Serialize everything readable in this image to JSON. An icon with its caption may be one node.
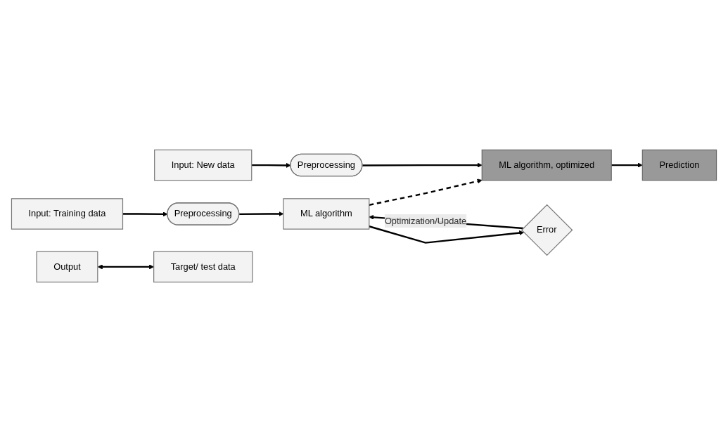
{
  "diagram": {
    "nodes": [
      {
        "text": [
          "Input: Training data"
        ]
      },
      {
        "text": [
          "Preprocessing"
        ]
      },
      {
        "text": [
          "ML algorithm"
        ]
      },
      {
        "text": [
          "Input: New data"
        ]
      },
      {
        "text": [
          "Preprocessing"
        ]
      },
      {
        "text": [
          "ML algorithm, optimized"
        ]
      },
      {
        "text": [
          "Prediction"
        ]
      },
      {
        "text": [
          "Output"
        ]
      },
      {
        "text": [
          "Target/ test data"
        ]
      },
      {
        "text": [
          "Error"
        ]
      }
    ],
    "edges": [
      {
        "from": 0,
        "to": 1,
        "arrow": "to"
      },
      {
        "from": 1,
        "to": 2,
        "arrow": "to"
      },
      {
        "from": 2,
        "to": 5,
        "arrow": "to",
        "style": "dashed"
      },
      {
        "from": 3,
        "to": 4,
        "arrow": "to"
      },
      {
        "from": 4,
        "to": 5,
        "arrow": "to"
      },
      {
        "from": 5,
        "to": 6,
        "arrow": "to"
      },
      {
        "from": 2,
        "to": 9,
        "arrow": "to"
      },
      {
        "from": 7,
        "to": 8,
        "arrow": "both"
      },
      {
        "from": 9,
        "to": 2,
        "arrow": "to",
        "label": "Optimization/Update"
      }
    ]
  }
}
